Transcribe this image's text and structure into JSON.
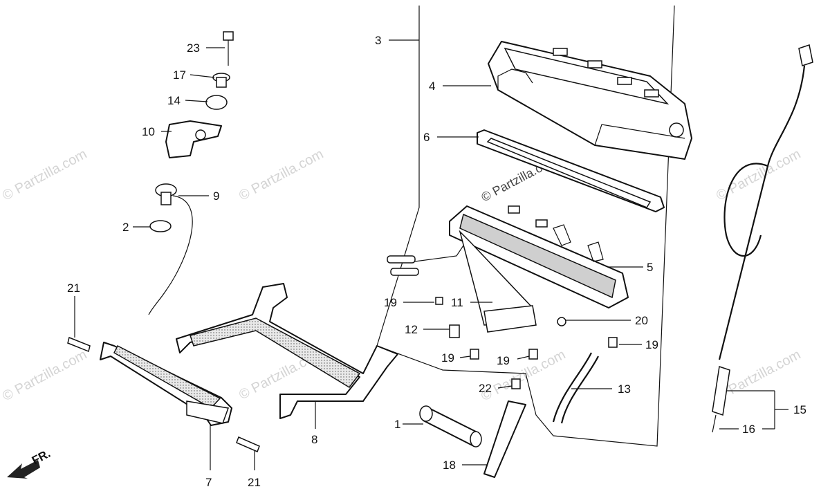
{
  "diagram": {
    "callouts": {
      "c1": "1",
      "c2": "2",
      "c3": "3",
      "c4": "4",
      "c5": "5",
      "c6": "6",
      "c7": "7",
      "c8": "8",
      "c9": "9",
      "c10": "10",
      "c11": "11",
      "c12": "12",
      "c13": "13",
      "c14": "14",
      "c15": "15",
      "c16": "16",
      "c17": "17",
      "c18": "18",
      "c19a": "19",
      "c19b": "19",
      "c19c": "19",
      "c19d": "19",
      "c20": "20",
      "c21a": "21",
      "c21b": "21",
      "c22": "22",
      "c23": "23"
    },
    "watermark": "© Partzilla.com",
    "direction_label": "FR."
  }
}
